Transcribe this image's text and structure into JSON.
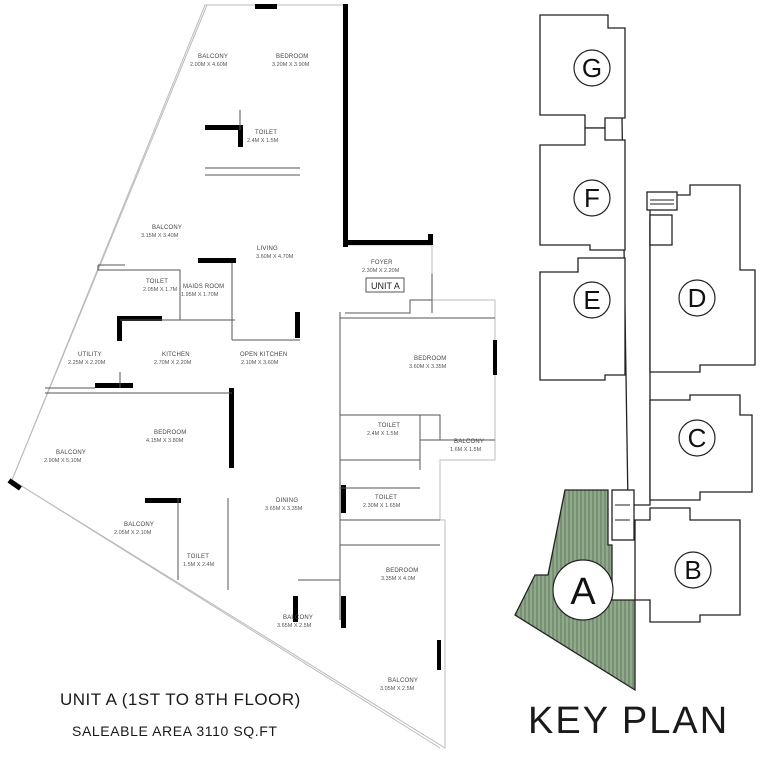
{
  "floor_plan": {
    "rooms": [
      {
        "name": "BALCONY",
        "dims": "2.00M X 4.60M"
      },
      {
        "name": "BEDROOM",
        "dims": "3.20M X 3.90M"
      },
      {
        "name": "TOILET",
        "dims": "2.4M X 1.5M"
      },
      {
        "name": "BALCONY",
        "dims": "3.15M X 3.40M"
      },
      {
        "name": "LIVING",
        "dims": "3.60M X 4.70M"
      },
      {
        "name": "TOILET",
        "dims": "2.05M X 1.7M"
      },
      {
        "name": "MAIDS ROOM",
        "dims": "1.95M X 1.70M"
      },
      {
        "name": "FOYER",
        "dims": "2.30M X 2.20M"
      },
      {
        "name": "UTILITY",
        "dims": "2.25M X 2.20M"
      },
      {
        "name": "KITCHEN",
        "dims": "2.70M X 2.20M"
      },
      {
        "name": "OPEN KITCHEN",
        "dims": "2.10M X 3.60M"
      },
      {
        "name": "BEDROOM",
        "dims": "3.60M X 3.35M"
      },
      {
        "name": "BALCONY",
        "dims": "2.90M X 5.10M"
      },
      {
        "name": "BEDROOM",
        "dims": "4.15M X 3.80M"
      },
      {
        "name": "TOILET",
        "dims": "2.4M X 1.5M"
      },
      {
        "name": "BALCONY",
        "dims": "1.6M X 1.5M"
      },
      {
        "name": "TOILET",
        "dims": "2.30M X 1.65M"
      },
      {
        "name": "DINING",
        "dims": "3.65M X 3.35M"
      },
      {
        "name": "BALCONY",
        "dims": "2.05M X 2.10M"
      },
      {
        "name": "TOILET",
        "dims": "1.5M X 2.4M"
      },
      {
        "name": "BEDROOM",
        "dims": "3.35M X 4.0M"
      },
      {
        "name": "BALCONY",
        "dims": "3.65M X 2.5M"
      },
      {
        "name": "BALCONY",
        "dims": "3.05M X 2.5M"
      }
    ],
    "unit_tag": "UNIT A",
    "caption_line1": "UNIT A  (1ST TO 8TH FLOOR)",
    "caption_line2": "SALEABLE AREA 3110 SQ.FT"
  },
  "key_plan": {
    "title": "KEY PLAN",
    "units": [
      "G",
      "F",
      "E",
      "D",
      "C",
      "B",
      "A"
    ],
    "highlighted_unit": "A",
    "highlight_color": "#8fa98a"
  }
}
